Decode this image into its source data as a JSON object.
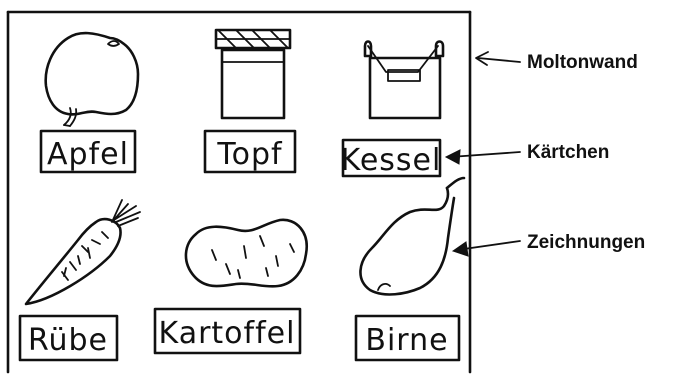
{
  "board": {
    "cards": [
      {
        "id": "apfel",
        "label": "Apfel",
        "drawing": "apple-drawing"
      },
      {
        "id": "topf",
        "label": "Topf",
        "drawing": "pot-drawing"
      },
      {
        "id": "kessel",
        "label": "Kessel",
        "drawing": "kettle-drawing"
      },
      {
        "id": "ruebe",
        "label": "Rübe",
        "drawing": "carrot-drawing"
      },
      {
        "id": "kartoffel",
        "label": "Kartoffel",
        "drawing": "potato-drawing"
      },
      {
        "id": "birne",
        "label": "Birne",
        "drawing": "pear-drawing"
      }
    ]
  },
  "callouts": {
    "moltonwand": "Moltonwand",
    "kaertchen": "Kärtchen",
    "zeichnungen": "Zeichnungen"
  }
}
